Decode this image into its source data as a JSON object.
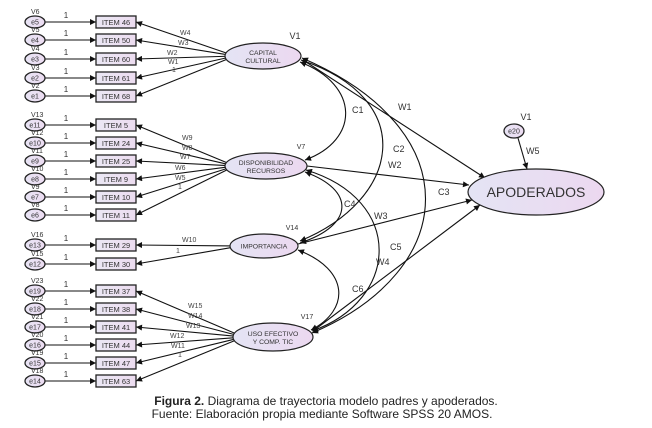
{
  "figure": {
    "caption_prefix": "Figura 2.",
    "caption_title": " Diagrama de trayectoria modelo padres y apoderados.",
    "caption_source": "Fuente: Elaboración propia mediante Software SPSS 20 AMOS."
  },
  "colors": {
    "node_fill_start": "#e4e4f4",
    "node_fill_end": "#ecd8f0",
    "stroke": "#222222"
  },
  "latents": [
    {
      "id": "cap",
      "lines": [
        "CAPITAL",
        "CULTURAL"
      ],
      "var": "V1"
    },
    {
      "id": "dis",
      "lines": [
        "DISPONIBILIDAD",
        "RECURSOS"
      ],
      "var": "V7"
    },
    {
      "id": "imp",
      "lines": [
        "IMPORTANCIA"
      ],
      "var": "V14"
    },
    {
      "id": "uso",
      "lines": [
        "USO EFECTIVO",
        "Y COMP. TIC"
      ],
      "var": "V17"
    }
  ],
  "outcome": {
    "label": "APODERADOS",
    "error": "e20",
    "error_var": "V1",
    "error_path": "W5"
  },
  "groups": [
    {
      "latent": "cap",
      "items": [
        {
          "item": "ITEM 46",
          "error": "e5",
          "var": "V6",
          "weight": "W4"
        },
        {
          "item": "ITEM 50",
          "error": "e4",
          "var": "V5",
          "weight": "W3"
        },
        {
          "item": "ITEM 60",
          "error": "e3",
          "var": "V4",
          "weight": "W2"
        },
        {
          "item": "ITEM 61",
          "error": "e2",
          "var": "V3",
          "weight": "W1"
        },
        {
          "item": "ITEM 68",
          "error": "e1",
          "var": "V2",
          "weight": "1"
        }
      ]
    },
    {
      "latent": "dis",
      "items": [
        {
          "item": "ITEM 5",
          "error": "e11",
          "var": "V13",
          "weight": "W9"
        },
        {
          "item": "ITEM 24",
          "error": "e10",
          "var": "V12",
          "weight": "W8"
        },
        {
          "item": "ITEM 25",
          "error": "e9",
          "var": "V11",
          "weight": "W7"
        },
        {
          "item": "ITEM 9",
          "error": "e8",
          "var": "V10",
          "weight": "W6"
        },
        {
          "item": "ITEM 10",
          "error": "e7",
          "var": "V9",
          "weight": "W5"
        },
        {
          "item": "ITEM 11",
          "error": "e6",
          "var": "V8",
          "weight": "1"
        }
      ]
    },
    {
      "latent": "imp",
      "items": [
        {
          "item": "ITEM 29",
          "error": "e13",
          "var": "V16",
          "weight": "W10"
        },
        {
          "item": "ITEM 30",
          "error": "e12",
          "var": "V15",
          "weight": "1"
        }
      ]
    },
    {
      "latent": "uso",
      "items": [
        {
          "item": "ITEM 37",
          "error": "e19",
          "var": "V23",
          "weight": "W15"
        },
        {
          "item": "ITEM 38",
          "error": "e18",
          "var": "V22",
          "weight": "W14"
        },
        {
          "item": "ITEM 41",
          "error": "e17",
          "var": "V21",
          "weight": "W13"
        },
        {
          "item": "ITEM 44",
          "error": "e16",
          "var": "V20",
          "weight": "W12"
        },
        {
          "item": "ITEM 47",
          "error": "e15",
          "var": "V19",
          "weight": "W11"
        },
        {
          "item": "ITEM 63",
          "error": "e14",
          "var": "V18",
          "weight": "1"
        }
      ]
    }
  ],
  "error_path_label": "1",
  "structural_paths": [
    {
      "from": "cap",
      "to": "outcome",
      "label": "W1"
    },
    {
      "from": "dis",
      "to": "outcome",
      "label": "W2"
    },
    {
      "from": "imp",
      "to": "outcome",
      "label": "W3"
    },
    {
      "from": "uso",
      "to": "outcome",
      "label": "W4"
    }
  ],
  "covariances": [
    {
      "a": "cap",
      "b": "dis",
      "label": "C1"
    },
    {
      "a": "cap",
      "b": "imp",
      "label": "C2"
    },
    {
      "a": "cap",
      "b": "uso",
      "label": "C3"
    },
    {
      "a": "dis",
      "b": "imp",
      "label": "C4"
    },
    {
      "a": "dis",
      "b": "uso",
      "label": "C5"
    },
    {
      "a": "imp",
      "b": "uso",
      "label": "C6"
    }
  ]
}
